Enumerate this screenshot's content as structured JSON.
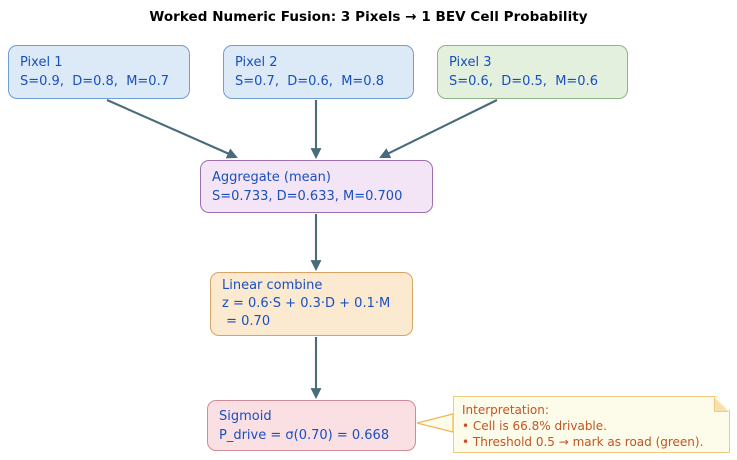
{
  "title": "Worked Numeric Fusion: 3 Pixels → 1 BEV Cell Probability",
  "nodes": {
    "pixel1": {
      "label": "Pixel 1",
      "values": "S=0.9,  D=0.8,  M=0.7",
      "fill": "#dceaf7",
      "border": "#6f9fd0",
      "text_color": "#1a4fbf"
    },
    "pixel2": {
      "label": "Pixel 2",
      "values": "S=0.7,  D=0.6,  M=0.8",
      "fill": "#dceaf7",
      "border": "#6f9fd0",
      "text_color": "#1a4fbf"
    },
    "pixel3": {
      "label": "Pixel 3",
      "values": "S=0.6,  D=0.5,  M=0.6",
      "fill": "#e2f0dd",
      "border": "#8fb585",
      "text_color": "#1a4fbf"
    },
    "aggregate": {
      "label": "Aggregate (mean)",
      "values": "S=0.733, D=0.633, M=0.700",
      "fill": "#f3e5f5",
      "border": "#9c6fb0",
      "text_color": "#1a4fbf"
    },
    "linear": {
      "label": "Linear combine",
      "line2": "z = 0.6·S + 0.3·D + 0.1·M",
      "line3": " = 0.70",
      "fill": "#fbe9d0",
      "border": "#d9a463",
      "text_color": "#1a4fbf"
    },
    "sigmoid": {
      "label": "Sigmoid",
      "values": "P_drive = σ(0.70) = 0.668",
      "fill": "#fadfe3",
      "border": "#cf8b98",
      "text_color": "#1a4fbf"
    }
  },
  "note": {
    "heading": "Interpretation:",
    "bullet1": "• Cell is 66.8% drivable.",
    "bullet2": "• Threshold 0.5 → mark as road (green).",
    "fill": "#fdfbe9",
    "border": "#f2c97d",
    "text_color": "#c4551f"
  },
  "edges": {
    "arrow_color": "#4a6b7c",
    "connector_color": "#f0b95e",
    "list": [
      {
        "from": "pixel1",
        "to": "aggregate"
      },
      {
        "from": "pixel2",
        "to": "aggregate"
      },
      {
        "from": "pixel3",
        "to": "aggregate"
      },
      {
        "from": "aggregate",
        "to": "linear"
      },
      {
        "from": "linear",
        "to": "sigmoid"
      },
      {
        "from": "sigmoid",
        "to": "note"
      }
    ]
  }
}
